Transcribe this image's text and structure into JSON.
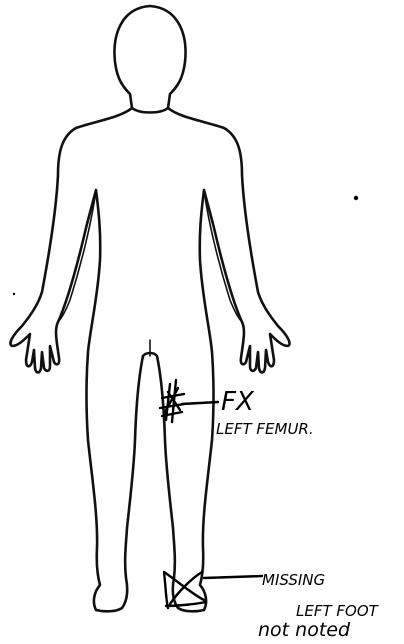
{
  "annotations": {
    "fracture_code": "FX",
    "fracture_site": "LEFT FEMUR.",
    "missing_line1": "MISSING",
    "missing_line2": "LEFT FOOT",
    "note": "not noted"
  }
}
